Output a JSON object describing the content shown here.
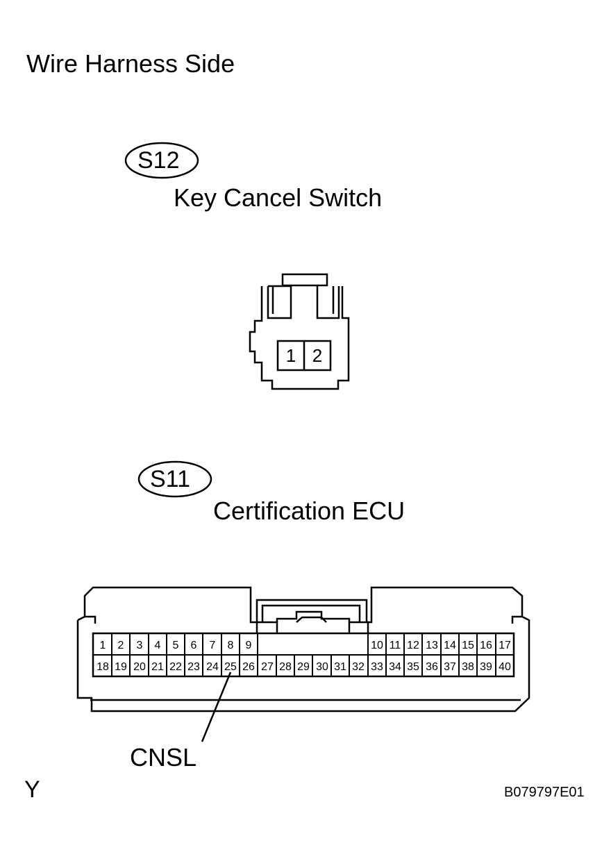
{
  "title": "Wire Harness Side",
  "connectors": [
    {
      "code": "S12",
      "name": "Key Cancel Switch",
      "pins": [
        "1",
        "2"
      ]
    },
    {
      "code": "S11",
      "name": "Certification ECU",
      "pins_top_left": [
        "1",
        "2",
        "3",
        "4",
        "5",
        "6",
        "7",
        "8",
        "9"
      ],
      "pins_top_right": [
        "10",
        "11",
        "12",
        "13",
        "14",
        "15",
        "16",
        "17"
      ],
      "pins_bottom": [
        "18",
        "19",
        "20",
        "21",
        "22",
        "23",
        "24",
        "25",
        "26",
        "27",
        "28",
        "29",
        "30",
        "31",
        "32",
        "33",
        "34",
        "35",
        "36",
        "37",
        "38",
        "39",
        "40"
      ],
      "callout": {
        "pin": "25",
        "label": "CNSL"
      }
    }
  ],
  "corner_letter": "Y",
  "figure_code": "B079797E01"
}
